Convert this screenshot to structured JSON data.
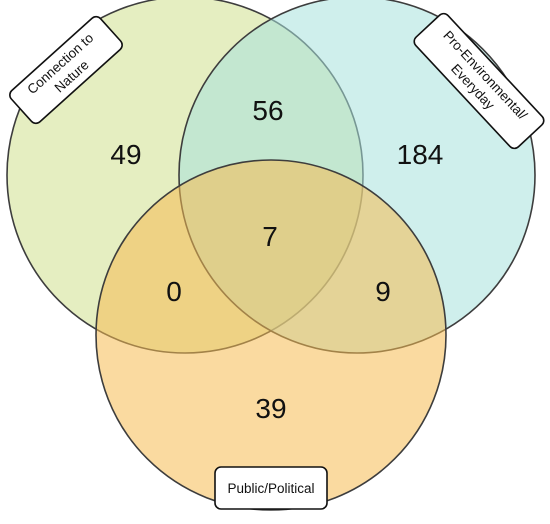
{
  "colors": {
    "connection": "#cfe08e",
    "pro_env": "#a8e2dc",
    "public": "#f6bb52"
  },
  "sets": {
    "connection": {
      "label_lines": [
        "Connection to",
        "Nature"
      ]
    },
    "pro_env": {
      "label_lines": [
        "Pro-Environmental/",
        "Everyday"
      ]
    },
    "public": {
      "label_lines": [
        "Public/Political"
      ]
    }
  },
  "regions": {
    "connection_only": "49",
    "pro_env_only": "184",
    "public_only": "39",
    "connection_pro_env": "56",
    "connection_public": "0",
    "pro_env_public": "9",
    "all_three": "7"
  }
}
